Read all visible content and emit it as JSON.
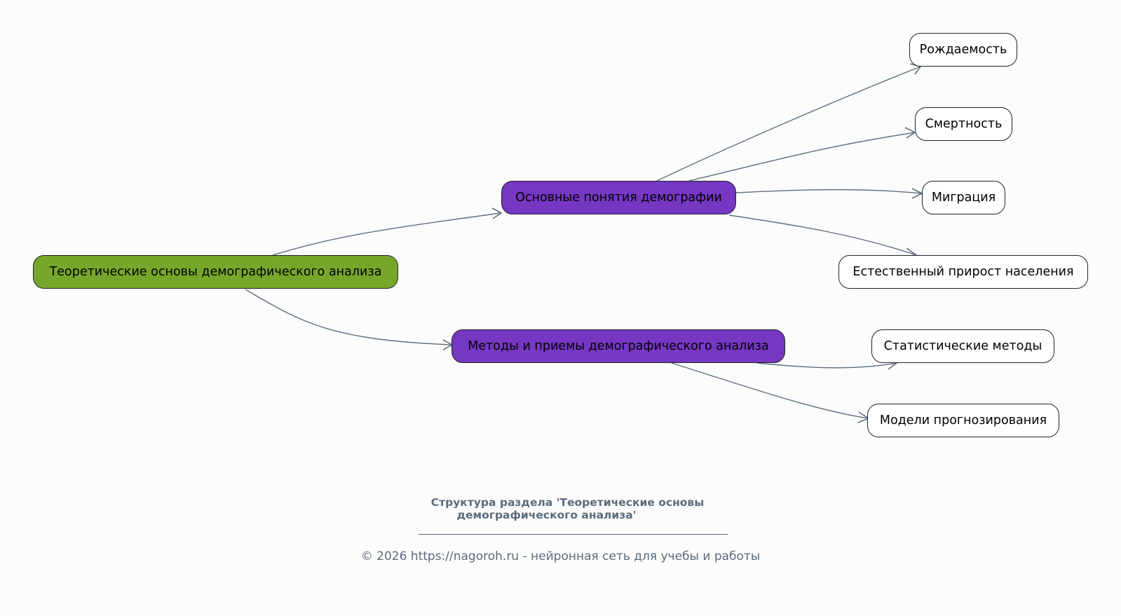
{
  "diagram": {
    "type": "mind-map",
    "root": {
      "label": "Теоретические основы демографического анализа",
      "color": "#76a72b"
    },
    "branches": [
      {
        "label": "Основные понятия демографии",
        "color": "#7637c3",
        "children": [
          {
            "label": "Рождаемость"
          },
          {
            "label": "Смертность"
          },
          {
            "label": "Миграция"
          },
          {
            "label": "Естественный прирост населения"
          }
        ]
      },
      {
        "label": "Методы и приемы демографического анализа",
        "color": "#7637c3",
        "children": [
          {
            "label": "Статистические методы"
          },
          {
            "label": "Модели прогнозирования"
          }
        ]
      }
    ],
    "edge_color": "#5f6f80",
    "leaf_color": "#ffffff"
  },
  "caption": {
    "line1": "Структура раздела 'Теоретические основы",
    "line2": "демографического анализа'"
  },
  "footer": {
    "text": "© 2026 https://nagoroh.ru - нейронная сеть для учебы и работы"
  }
}
